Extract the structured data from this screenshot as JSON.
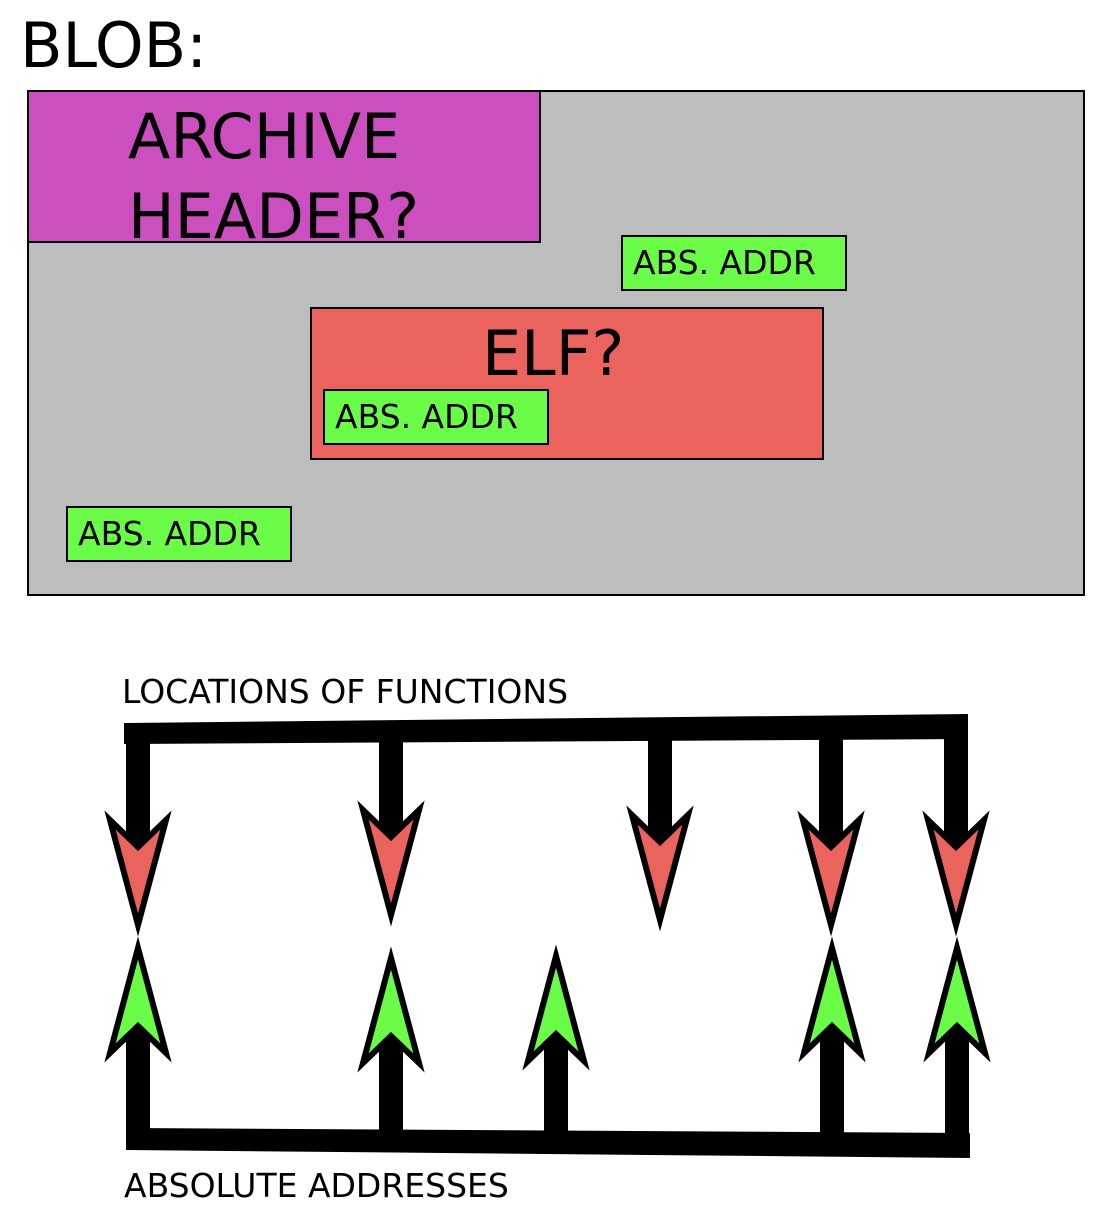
{
  "title": "BLOB:",
  "colors": {
    "blob": "#bdbdbd",
    "archive": "#cc4fbf",
    "elf": "#eb635d",
    "abs_addr": "#6afc47",
    "arrow_down": "#eb635d",
    "arrow_up": "#6afc47",
    "line": "#000000"
  },
  "blob": {
    "archive_label": "ARCHIVE\nHEADER?",
    "elf_label": "ELF?",
    "abs_addr_boxes": [
      {
        "label": "ABS. ADDR"
      },
      {
        "label": "ABS. ADDR"
      },
      {
        "label": "ABS. ADDR"
      }
    ]
  },
  "mapping": {
    "top_label": "LOCATIONS OF FUNCTIONS",
    "bottom_label": "ABSOLUTE ADDRESSES",
    "down_arrow_count": 5,
    "up_arrow_count": 5
  }
}
